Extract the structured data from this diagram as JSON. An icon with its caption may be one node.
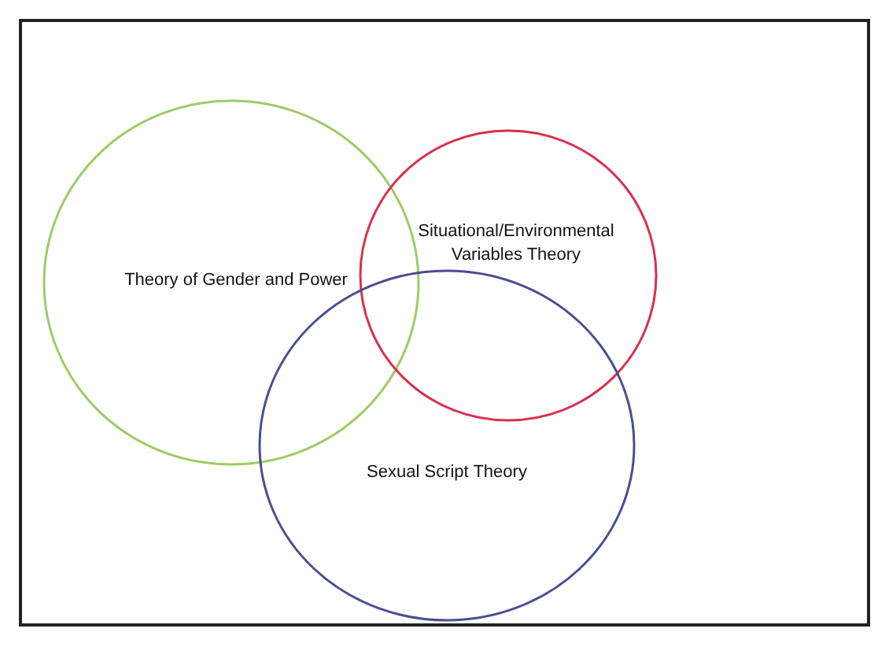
{
  "diagram": {
    "nodes": [
      {
        "text": [
          "Theory of Gender and Power"
        ]
      },
      {
        "text": [
          "Situational/Environmental Variables Theory"
        ]
      },
      {
        "text": [
          "Sexual Script Theory"
        ]
      }
    ]
  }
}
